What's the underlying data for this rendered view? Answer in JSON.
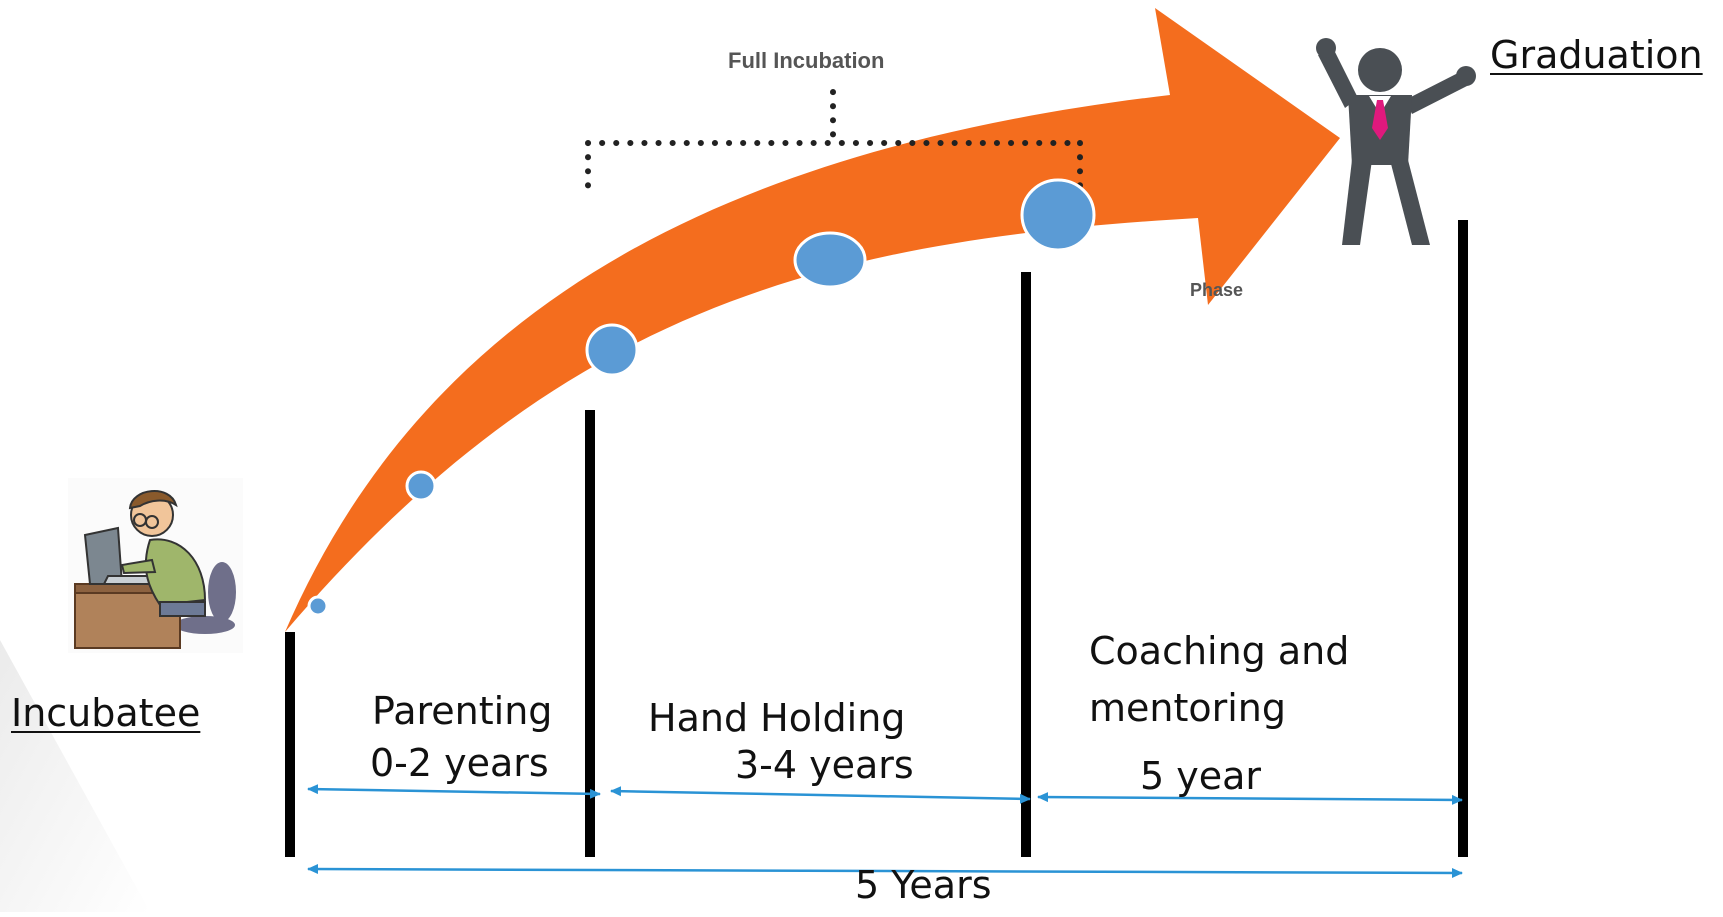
{
  "labels": {
    "full_incubation": "Full Incubation",
    "phase": "Phase",
    "graduation": "Graduation",
    "incubatee": "Incubatee",
    "parenting": "Parenting",
    "parenting_years": "0-2 years",
    "hand_holding": "Hand Holding",
    "hand_holding_years": "3-4 years",
    "coaching_line1": "Coaching and",
    "coaching_line2": "mentoring",
    "coaching_years": "5 year",
    "total": "5 Years"
  },
  "colors": {
    "arrow": "#F46D1E",
    "dot": "#5B9BD5",
    "dot_outline": "#FFFFFF",
    "bar": "#000000",
    "span_arrow": "#2A93D5",
    "person_suit": "#4A4F54",
    "tie": "#E0197D"
  },
  "icons": {
    "incubatee": "person-at-laptop-icon",
    "graduate": "celebrating-businessman-icon"
  }
}
